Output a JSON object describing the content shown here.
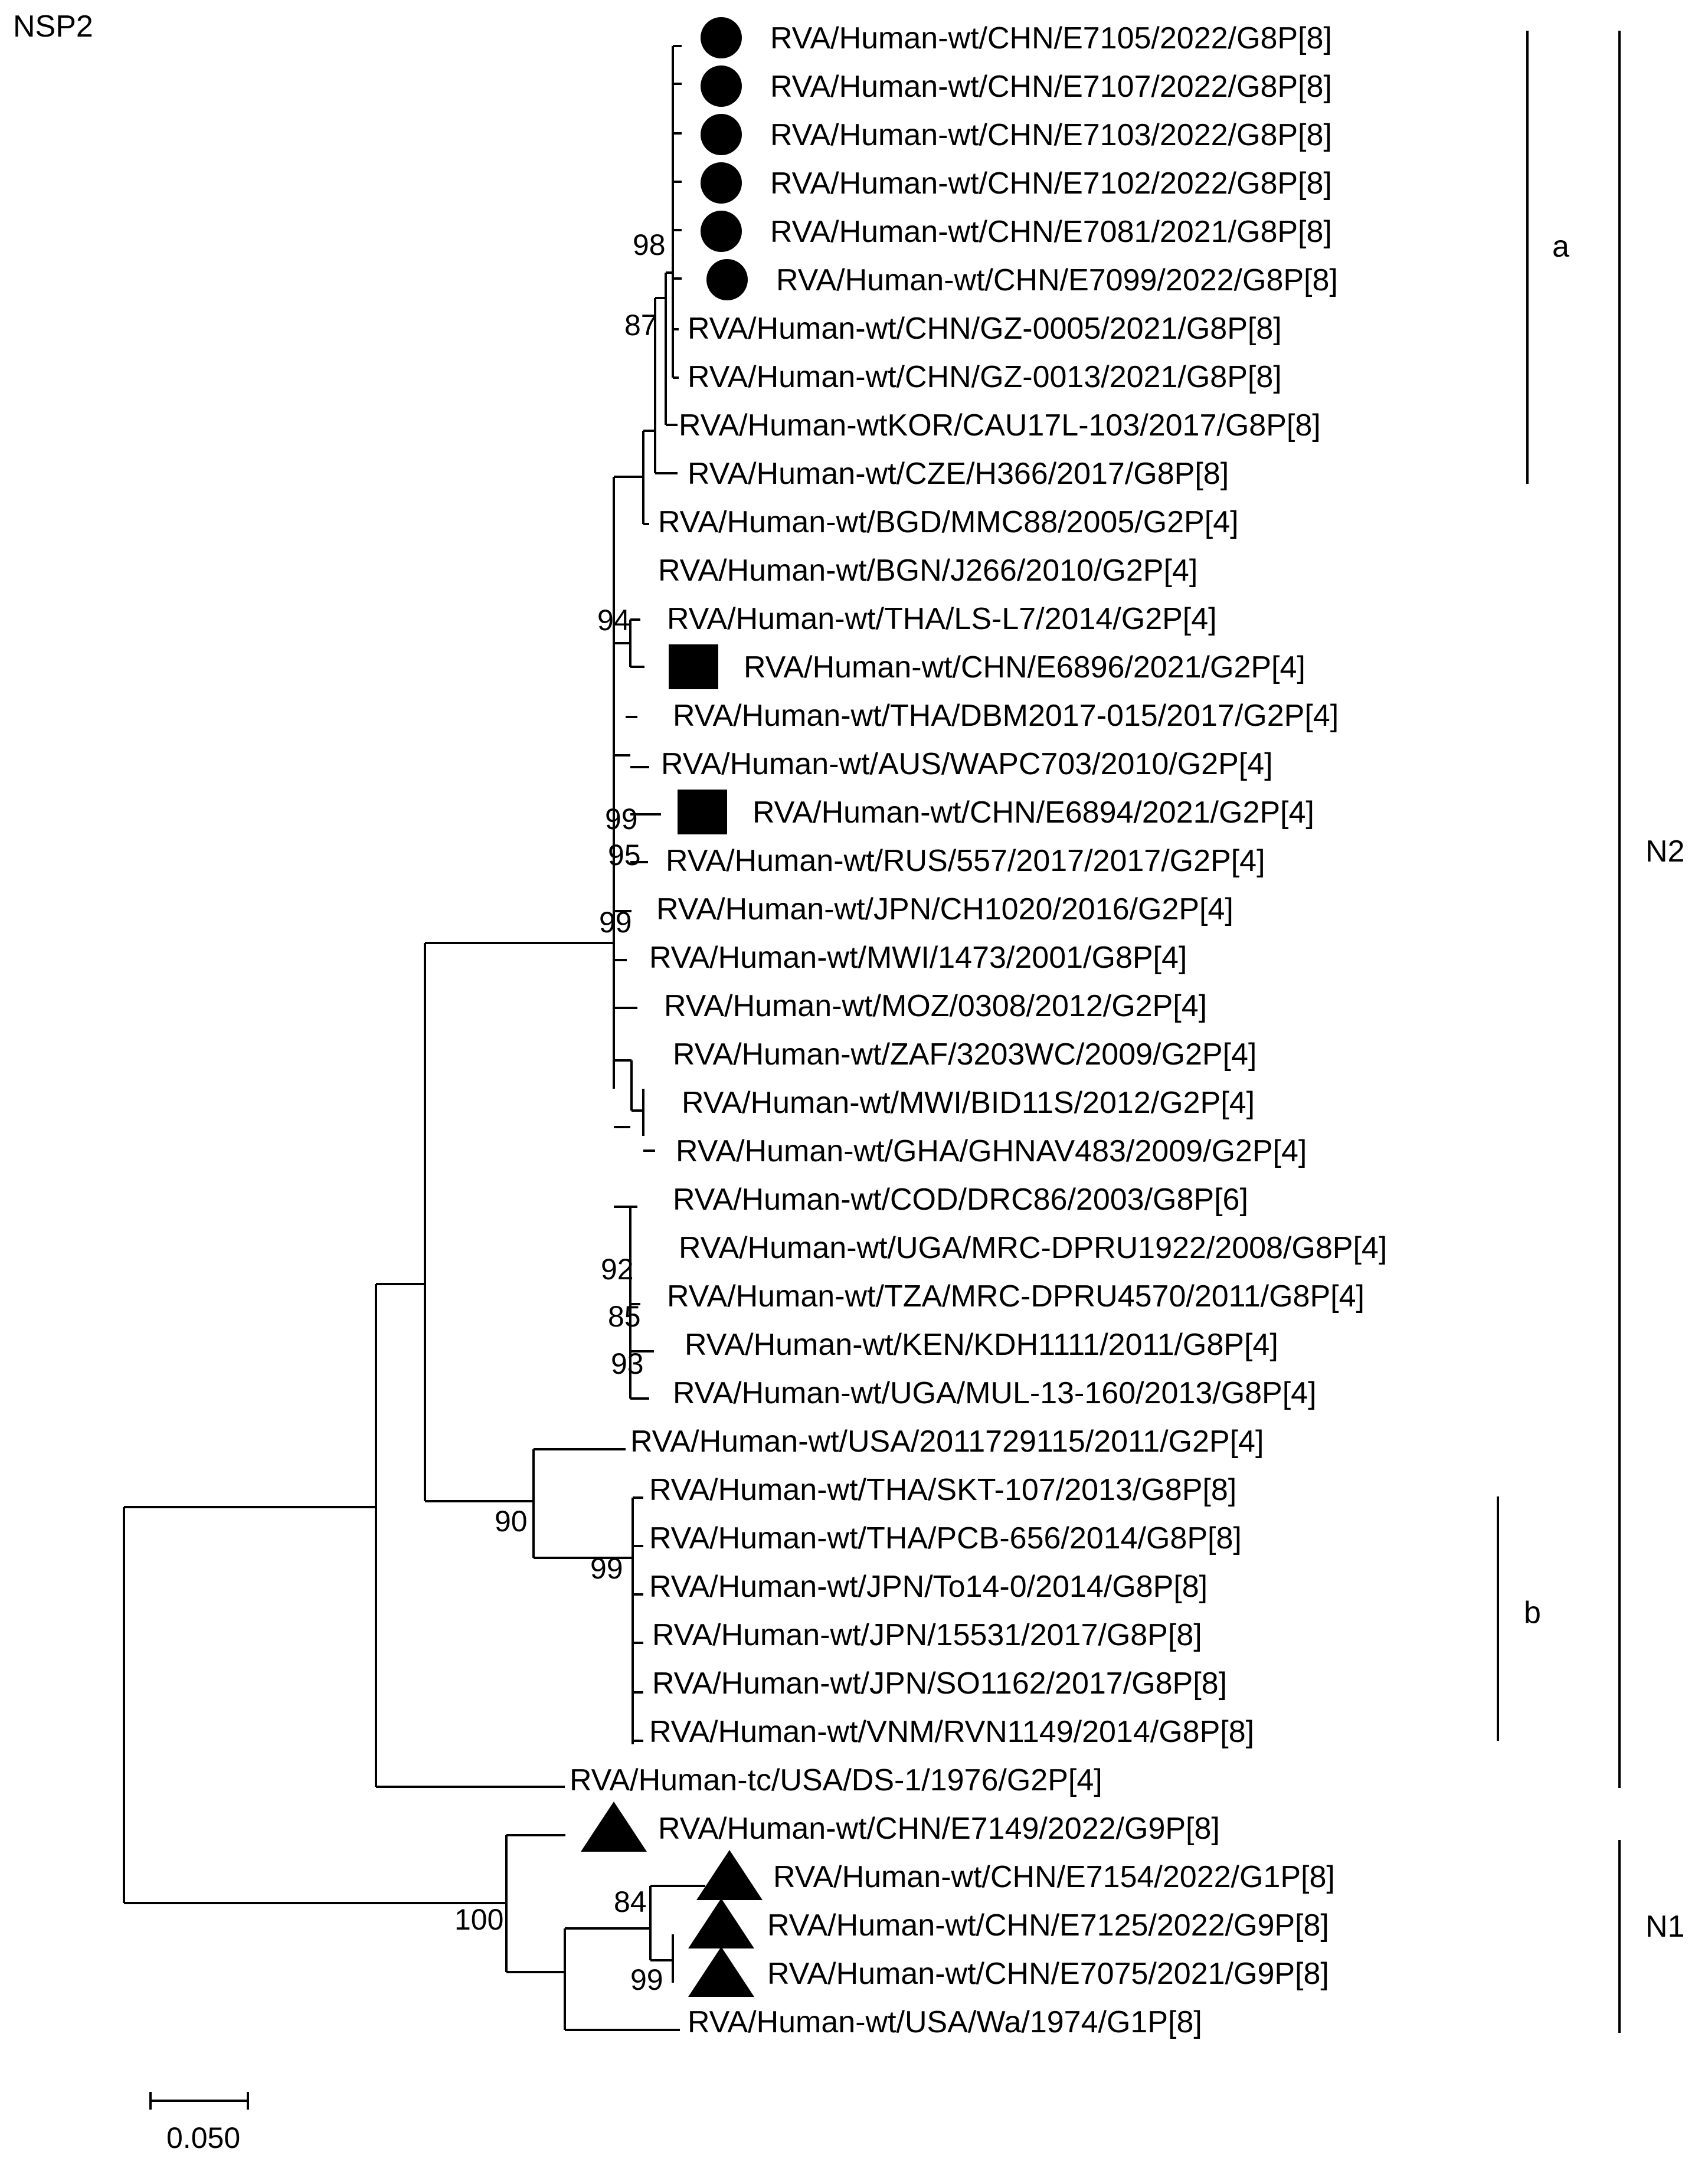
{
  "figure": {
    "panel_title": "NSP2",
    "scale_bar_label": "0.050"
  },
  "markers": {
    "circle": "filled-circle",
    "square": "filled-square",
    "triangle": "filled-triangle",
    "color": "#000000"
  },
  "taxa": [
    {
      "label": "RVA/Human-wt/CHN/E7105/2022/G8P[8]",
      "marker": "circle"
    },
    {
      "label": "RVA/Human-wt/CHN/E7107/2022/G8P[8]",
      "marker": "circle"
    },
    {
      "label": "RVA/Human-wt/CHN/E7103/2022/G8P[8]",
      "marker": "circle"
    },
    {
      "label": "RVA/Human-wt/CHN/E7102/2022/G8P[8]",
      "marker": "circle"
    },
    {
      "label": "RVA/Human-wt/CHN/E7081/2021/G8P[8]",
      "marker": "circle"
    },
    {
      "label": "RVA/Human-wt/CHN/E7099/2022/G8P[8]",
      "marker": "circle"
    },
    {
      "label": "RVA/Human-wt/CHN/GZ-0005/2021/G8P[8]",
      "marker": ""
    },
    {
      "label": "RVA/Human-wt/CHN/GZ-0013/2021/G8P[8]",
      "marker": ""
    },
    {
      "label": "RVA/Human-wtKOR/CAU17L-103/2017/G8P[8]",
      "marker": ""
    },
    {
      "label": "RVA/Human-wt/CZE/H366/2017/G8P[8]",
      "marker": ""
    },
    {
      "label": "RVA/Human-wt/BGD/MMC88/2005/G2P[4]",
      "marker": ""
    },
    {
      "label": "RVA/Human-wt/BGN/J266/2010/G2P[4]",
      "marker": ""
    },
    {
      "label": "RVA/Human-wt/THA/LS-L7/2014/G2P[4]",
      "marker": ""
    },
    {
      "label": "RVA/Human-wt/CHN/E6896/2021/G2P[4]",
      "marker": "square"
    },
    {
      "label": "RVA/Human-wt/THA/DBM2017-015/2017/G2P[4]",
      "marker": ""
    },
    {
      "label": "RVA/Human-wt/AUS/WAPC703/2010/G2P[4]",
      "marker": ""
    },
    {
      "label": "RVA/Human-wt/CHN/E6894/2021/G2P[4]",
      "marker": "square"
    },
    {
      "label": "RVA/Human-wt/RUS/557/2017/2017/G2P[4]",
      "marker": ""
    },
    {
      "label": "RVA/Human-wt/JPN/CH1020/2016/G2P[4]",
      "marker": ""
    },
    {
      "label": "RVA/Human-wt/MWI/1473/2001/G8P[4]",
      "marker": ""
    },
    {
      "label": "RVA/Human-wt/MOZ/0308/2012/G2P[4]",
      "marker": ""
    },
    {
      "label": "RVA/Human-wt/ZAF/3203WC/2009/G2P[4]",
      "marker": ""
    },
    {
      "label": "RVA/Human-wt/MWI/BID11S/2012/G2P[4]",
      "marker": ""
    },
    {
      "label": "RVA/Human-wt/GHA/GHNAV483/2009/G2P[4]",
      "marker": ""
    },
    {
      "label": "RVA/Human-wt/COD/DRC86/2003/G8P[6]",
      "marker": ""
    },
    {
      "label": "RVA/Human-wt/UGA/MRC-DPRU1922/2008/G8P[4]",
      "marker": ""
    },
    {
      "label": "RVA/Human-wt/TZA/MRC-DPRU4570/2011/G8P[4]",
      "marker": ""
    },
    {
      "label": "RVA/Human-wt/KEN/KDH1111/2011/G8P[4]",
      "marker": ""
    },
    {
      "label": "RVA/Human-wt/UGA/MUL-13-160/2013/G8P[4]",
      "marker": ""
    },
    {
      "label": "RVA/Human-wt/USA/2011729115/2011/G2P[4]",
      "marker": ""
    },
    {
      "label": "RVA/Human-wt/THA/SKT-107/2013/G8P[8]",
      "marker": ""
    },
    {
      "label": "RVA/Human-wt/THA/PCB-656/2014/G8P[8]",
      "marker": ""
    },
    {
      "label": "RVA/Human-wt/JPN/To14-0/2014/G8P[8]",
      "marker": ""
    },
    {
      "label": "RVA/Human-wt/JPN/15531/2017/G8P[8]",
      "marker": ""
    },
    {
      "label": "RVA/Human-wt/JPN/SO1162/2017/G8P[8]",
      "marker": ""
    },
    {
      "label": "RVA/Human-wt/VNM/RVN1149/2014/G8P[8]",
      "marker": ""
    },
    {
      "label": "RVA/Human-tc/USA/DS-1/1976/G2P[4]",
      "marker": ""
    },
    {
      "label": "RVA/Human-wt/CHN/E7149/2022/G9P[8]",
      "marker": "triangle"
    },
    {
      "label": "RVA/Human-wt/CHN/E7154/2022/G1P[8]",
      "marker": "triangle"
    },
    {
      "label": "RVA/Human-wt/CHN/E7125/2022/G9P[8]",
      "marker": "triangle"
    },
    {
      "label": "RVA/Human-wt/CHN/E7075/2021/G9P[8]",
      "marker": "triangle"
    },
    {
      "label": "RVA/Human-wt/USA/Wa/1974/G1P[8]",
      "marker": ""
    }
  ],
  "bootstrap_values": [
    "98",
    "87",
    "94",
    "99",
    "95",
    "99",
    "92",
    "85",
    "93",
    "90",
    "99",
    "100",
    "84",
    "99"
  ],
  "clades": [
    {
      "label": "a"
    },
    {
      "label": "b"
    },
    {
      "label": "N2"
    },
    {
      "label": "N1"
    }
  ]
}
